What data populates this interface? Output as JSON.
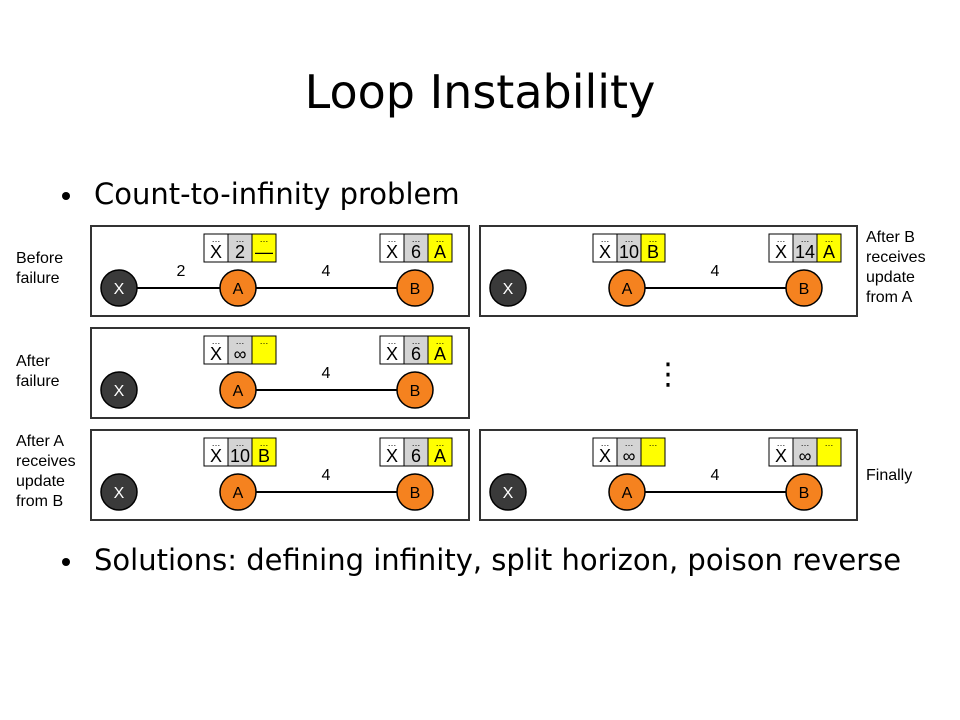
{
  "title": "Loop Instability",
  "bullets": [
    "Count-to-infinity problem",
    "Solutions: defining infinity, split horizon, poison reverse"
  ],
  "colors": {
    "node_dark": "#3a3a3a",
    "node_orange": "#f5821f",
    "cell_white": "#ffffff",
    "cell_gray": "#d4d4d4",
    "cell_yellow": "#ffff00",
    "panel_border": "#333333"
  },
  "ellipsis": "⋮",
  "panels": [
    {
      "id": "before-failure",
      "label": "Before\nfailure",
      "link_xa_cost": "2",
      "link_ab_cost": "4",
      "nodes": [
        "X",
        "A",
        "B"
      ],
      "table_a": [
        "X",
        "2",
        "—"
      ],
      "table_b": [
        "X",
        "6",
        "A"
      ]
    },
    {
      "id": "after-b-receives",
      "label": "After B\nreceives\nupdate\nfrom A",
      "link_xa_cost": "",
      "link_ab_cost": "4",
      "nodes": [
        "X",
        "A",
        "B"
      ],
      "table_a": [
        "X",
        "10",
        "B"
      ],
      "table_b": [
        "X",
        "14",
        "A"
      ]
    },
    {
      "id": "after-failure",
      "label": "After\nfailure",
      "link_xa_cost": "",
      "link_ab_cost": "4",
      "nodes": [
        "X",
        "A",
        "B"
      ],
      "table_a": [
        "X",
        "∞",
        ""
      ],
      "table_b": [
        "X",
        "6",
        "A"
      ]
    },
    {
      "id": "after-a-receives",
      "label": "After A\nreceives\nupdate\nfrom B",
      "link_xa_cost": "",
      "link_ab_cost": "4",
      "nodes": [
        "X",
        "A",
        "B"
      ],
      "table_a": [
        "X",
        "10",
        "B"
      ],
      "table_b": [
        "X",
        "6",
        "A"
      ]
    },
    {
      "id": "finally",
      "label": "Finally",
      "link_xa_cost": "",
      "link_ab_cost": "4",
      "nodes": [
        "X",
        "A",
        "B"
      ],
      "table_a": [
        "X",
        "∞",
        ""
      ],
      "table_b": [
        "X",
        "∞",
        ""
      ]
    }
  ]
}
